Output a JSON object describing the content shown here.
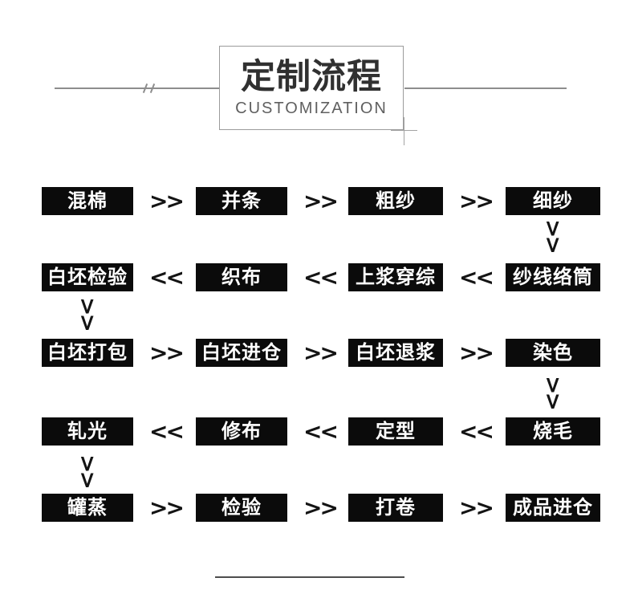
{
  "header": {
    "title": "定制流程",
    "subtitle": "CUSTOMIZATION"
  },
  "icons": {
    "line_break_mark": "double-slash",
    "corner_mark": "crosshair-plus"
  },
  "colors": {
    "step_box_bg": "#0b0b0b",
    "step_box_text": "#ffffff",
    "arrow": "#141414",
    "title_text": "#303030",
    "subtitle_text": "#606060",
    "title_box_border": "#9b9b9b",
    "decor_line": "#8d8d8d",
    "crosshair": "#a3a3a3",
    "bottom_line": "#4d4d4d"
  },
  "flow": {
    "arrow_right_glyph": ">>",
    "arrow_left_glyph": "<<",
    "arrow_down_glyph": ">>",
    "rows": [
      {
        "direction": "right",
        "boxes": [
          "混棉",
          "并条",
          "粗纱",
          "细纱"
        ],
        "connector_col": 3
      },
      {
        "direction": "left",
        "boxes": [
          "白坯检验",
          "织布",
          "上浆穿综",
          "纱线络筒"
        ],
        "connector_col": 0
      },
      {
        "direction": "right",
        "boxes": [
          "白坯打包",
          "白坯进仓",
          "白坯退浆",
          "染色"
        ],
        "connector_col": 3
      },
      {
        "direction": "left",
        "boxes": [
          "轧光",
          "修布",
          "定型",
          "烧毛"
        ],
        "connector_col": 0
      },
      {
        "direction": "right",
        "boxes": [
          "罐蒸",
          "检验",
          "打卷",
          "成品进仓"
        ],
        "connector_col": null
      }
    ]
  }
}
